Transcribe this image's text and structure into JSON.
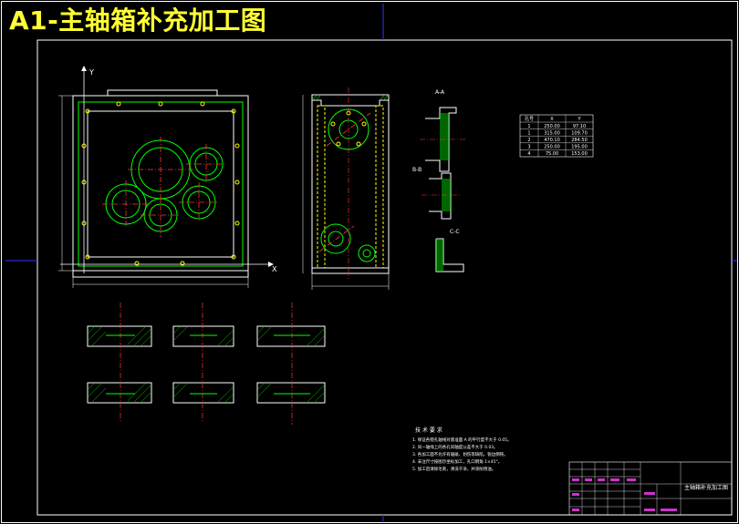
{
  "title": "A1-主轴箱补充加工图",
  "colors": {
    "background": "#000000",
    "title": "#ffff33",
    "outline": "#ffffff",
    "hole": "#00ff00",
    "centerline": "#ff3333",
    "hatch": "#00cc00",
    "dimension": "#00ffff",
    "frame": "#3333ff",
    "titleblock": "#cc33cc"
  },
  "front_view": {
    "axis_x": "X",
    "axis_y": "Y"
  },
  "section_labels": {
    "a": "A-A",
    "b": "B-B",
    "c": "C-C"
  },
  "coord_table": {
    "headers": [
      "孔号",
      "X",
      "Y"
    ],
    "rows": [
      [
        "1",
        "250.00",
        "97.10"
      ],
      [
        "1",
        "315.00",
        "109.70"
      ],
      [
        "2",
        "470.10",
        "284.50"
      ],
      [
        "3",
        "250.00",
        "195.00"
      ],
      [
        "4",
        "75.00",
        "153.00"
      ]
    ]
  },
  "tech_requirements": {
    "title": "技 术 要 求",
    "items": [
      "1. 保证各镗孔轴线对基准面 A 的平行度不大于 0.05。",
      "2. 同一轴线上的各孔同轴度公差不大于 0.03。",
      "3. 各加工面不允许有磕碰、划伤等缺陷，锐边倒钝。",
      "4. 未注尺寸按图示坐标加工，孔口倒角 1×45°。",
      "5. 加工后清除毛刺，清洗干净，并涂防锈油。"
    ]
  },
  "title_block": {
    "drawing_name": "主轴箱补充加工图"
  }
}
